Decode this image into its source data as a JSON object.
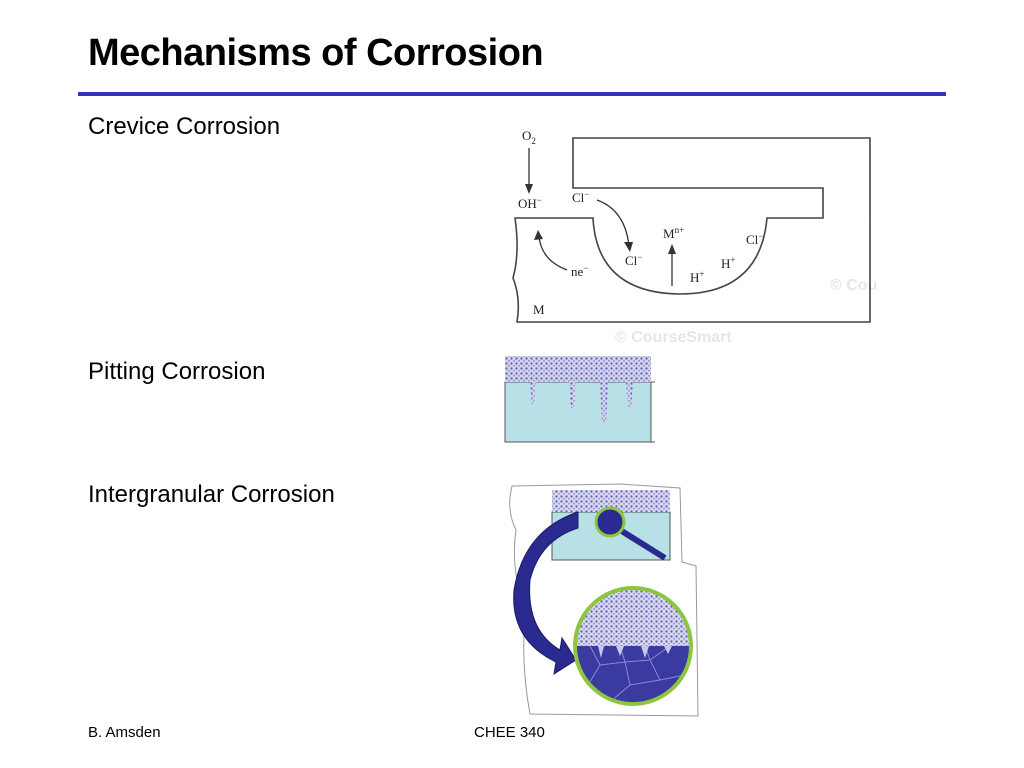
{
  "slide": {
    "title": "Mechanisms of Corrosion",
    "sections": [
      {
        "label": "Crevice Corrosion"
      },
      {
        "label": "Pitting Corrosion"
      },
      {
        "label": "Intergranular Corrosion"
      }
    ]
  },
  "crevice_diagram": {
    "o2": "O",
    "o2_sub": "2",
    "oh": "OH",
    "oh_sup": "−",
    "cl_top": "Cl",
    "cl_top_sup": "−",
    "cl_mid": "Cl",
    "cl_mid_sup": "−",
    "cl_right": "Cl",
    "cl_right_sup": "−",
    "mn": "M",
    "mn_sup": "n+",
    "h1": "H",
    "h1_sup": "+",
    "h2": "H",
    "h2_sup": "+",
    "ne": "ne",
    "ne_sup": "−",
    "metal": "M",
    "watermark1": "© Cou",
    "watermark2": "© CourseSmart"
  },
  "footer": {
    "author": "B. Amsden",
    "course": "CHEE 340"
  },
  "colors": {
    "rule": "#3333bb",
    "metal_fill": "#b7e1e6",
    "corrosion_blue": "#3a3aa0",
    "lens_green": "#8cc63f"
  }
}
